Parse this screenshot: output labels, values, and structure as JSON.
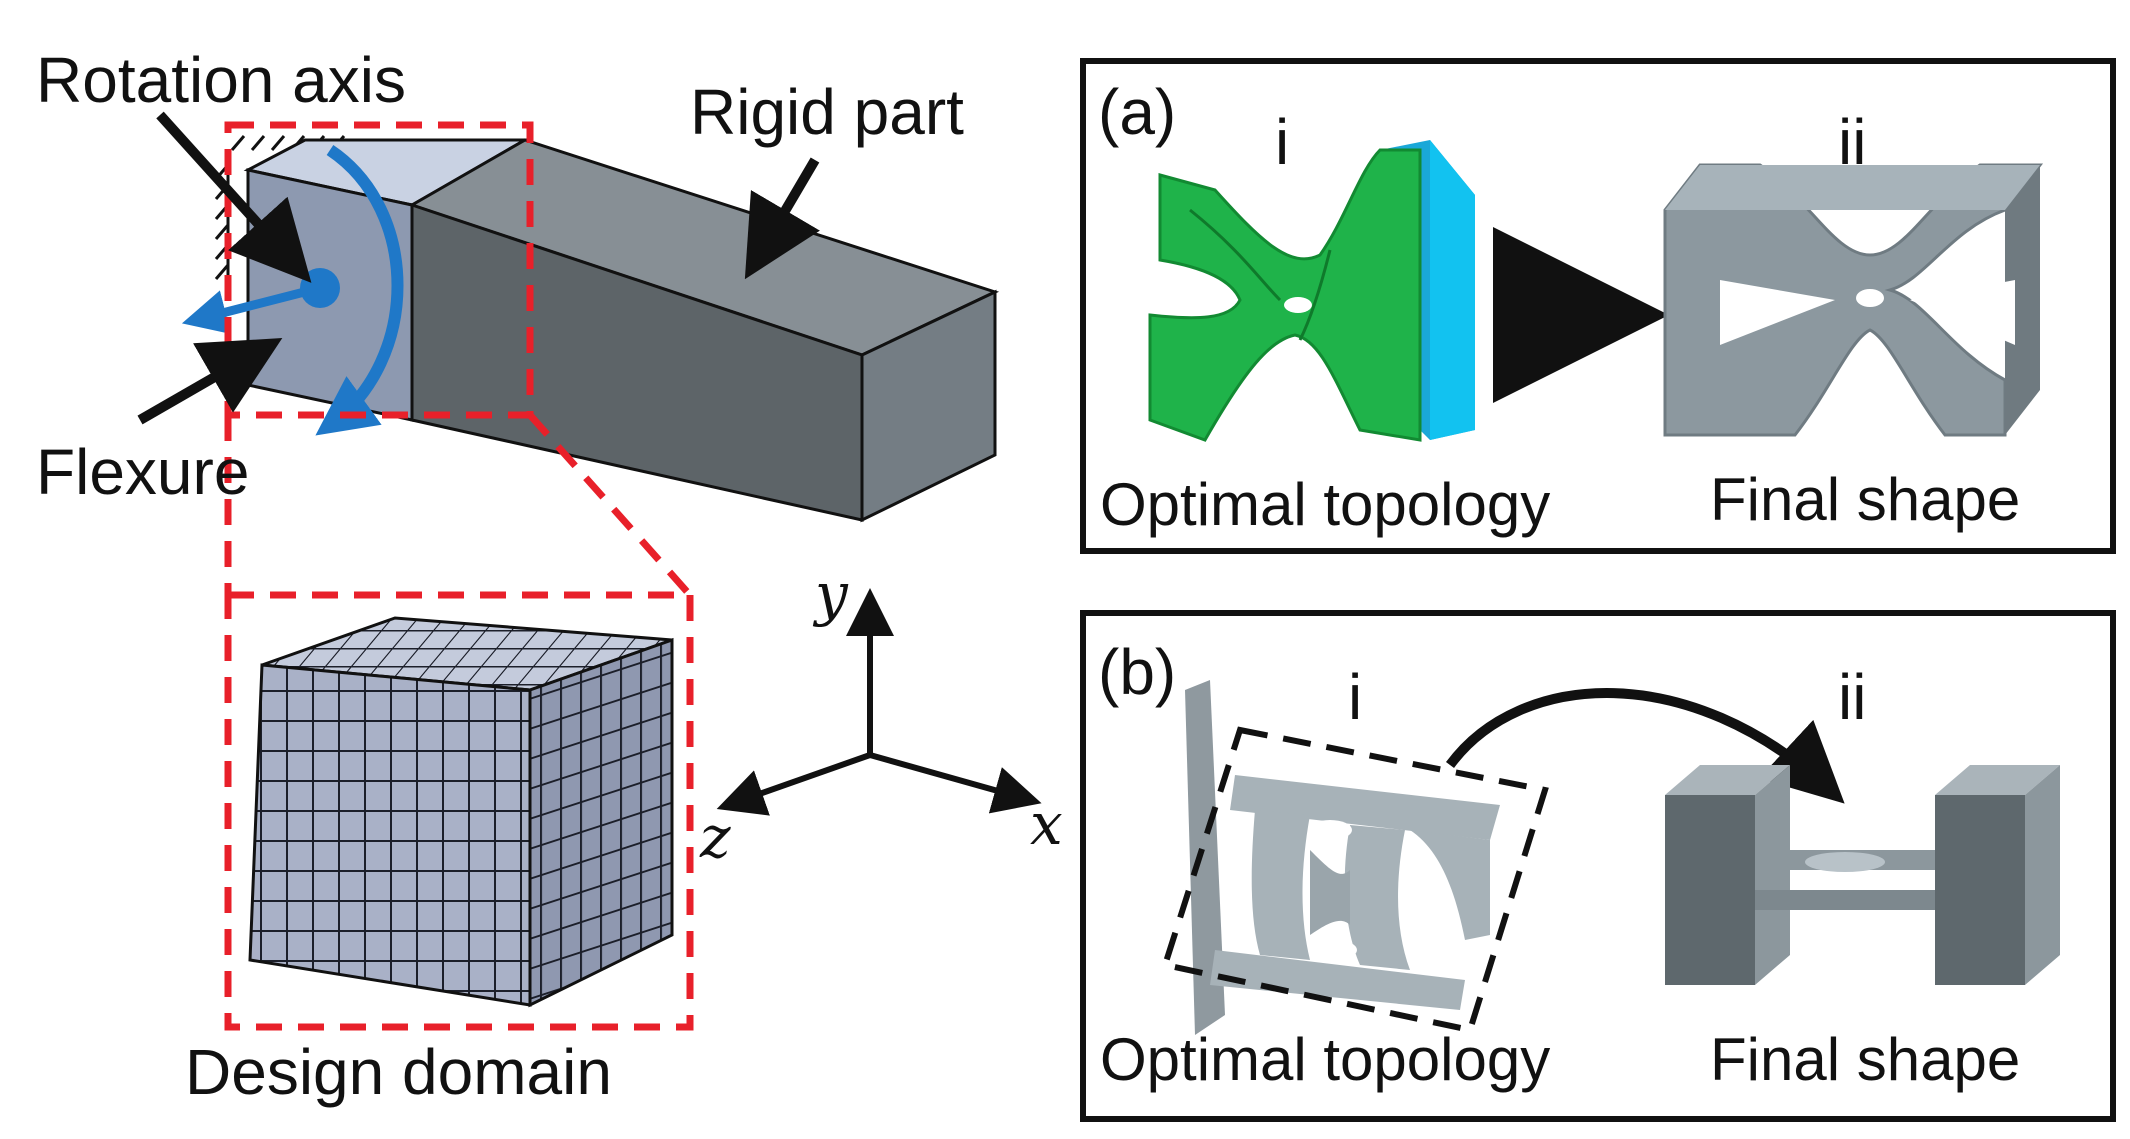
{
  "left": {
    "rotation_axis": "Rotation axis",
    "rigid_part": "Rigid part",
    "flexure": "Flexure",
    "design_domain": "Design domain"
  },
  "axes": {
    "x": "x",
    "y": "y",
    "z": "z"
  },
  "panel_a": {
    "tag": "(a)",
    "step_i": "i",
    "step_ii": "ii",
    "caption_i": "Optimal topology",
    "caption_ii": "Final shape"
  },
  "panel_b": {
    "tag": "(b)",
    "step_i": "i",
    "step_ii": "ii",
    "caption_i": "Optimal topology",
    "caption_ii": "Final shape"
  },
  "colors": {
    "highlight_dash": "#e8202a",
    "rotation_arrow": "#1f78c8",
    "beam_front": "#5d6468",
    "beam_top": "#878f95",
    "beam_end": "#747d84",
    "topology_green": "#1fb34a",
    "support_cyan": "#1aa8d8",
    "part_gray": "#8c989f",
    "mesh_face": "#a9b1c7"
  }
}
